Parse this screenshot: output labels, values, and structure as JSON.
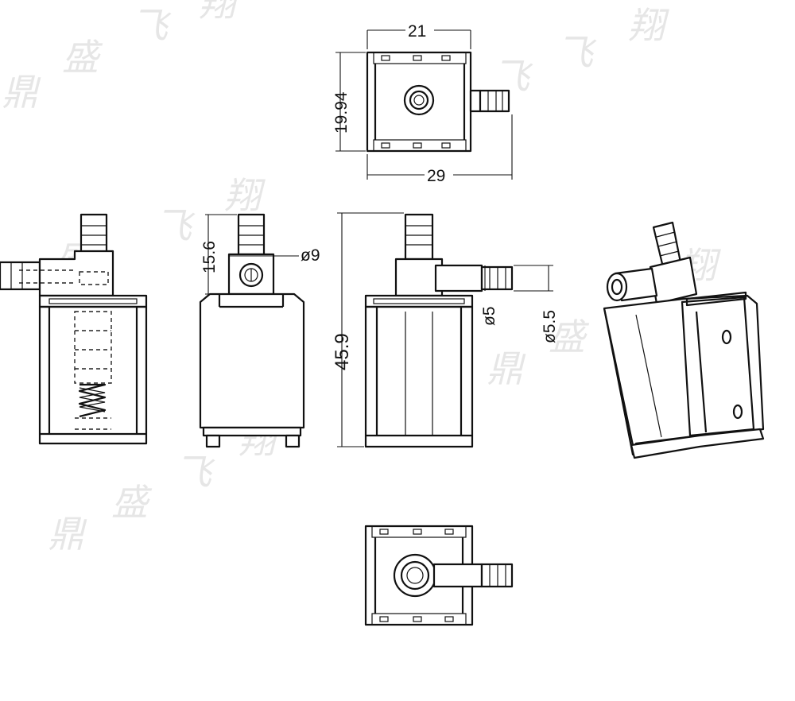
{
  "dimensions": {
    "width": "21",
    "height": "19.94",
    "length": "29",
    "outlet_height": "15.6",
    "outlet_diameter": "ø9",
    "total_height": "45.9",
    "inner_diameter": "ø5",
    "outer_diameter": "ø5.5"
  },
  "watermark": [
    "鼎",
    "盛",
    "飞",
    "翔"
  ],
  "colors": {
    "line": "#111111",
    "watermark": "#d2d2d2"
  }
}
